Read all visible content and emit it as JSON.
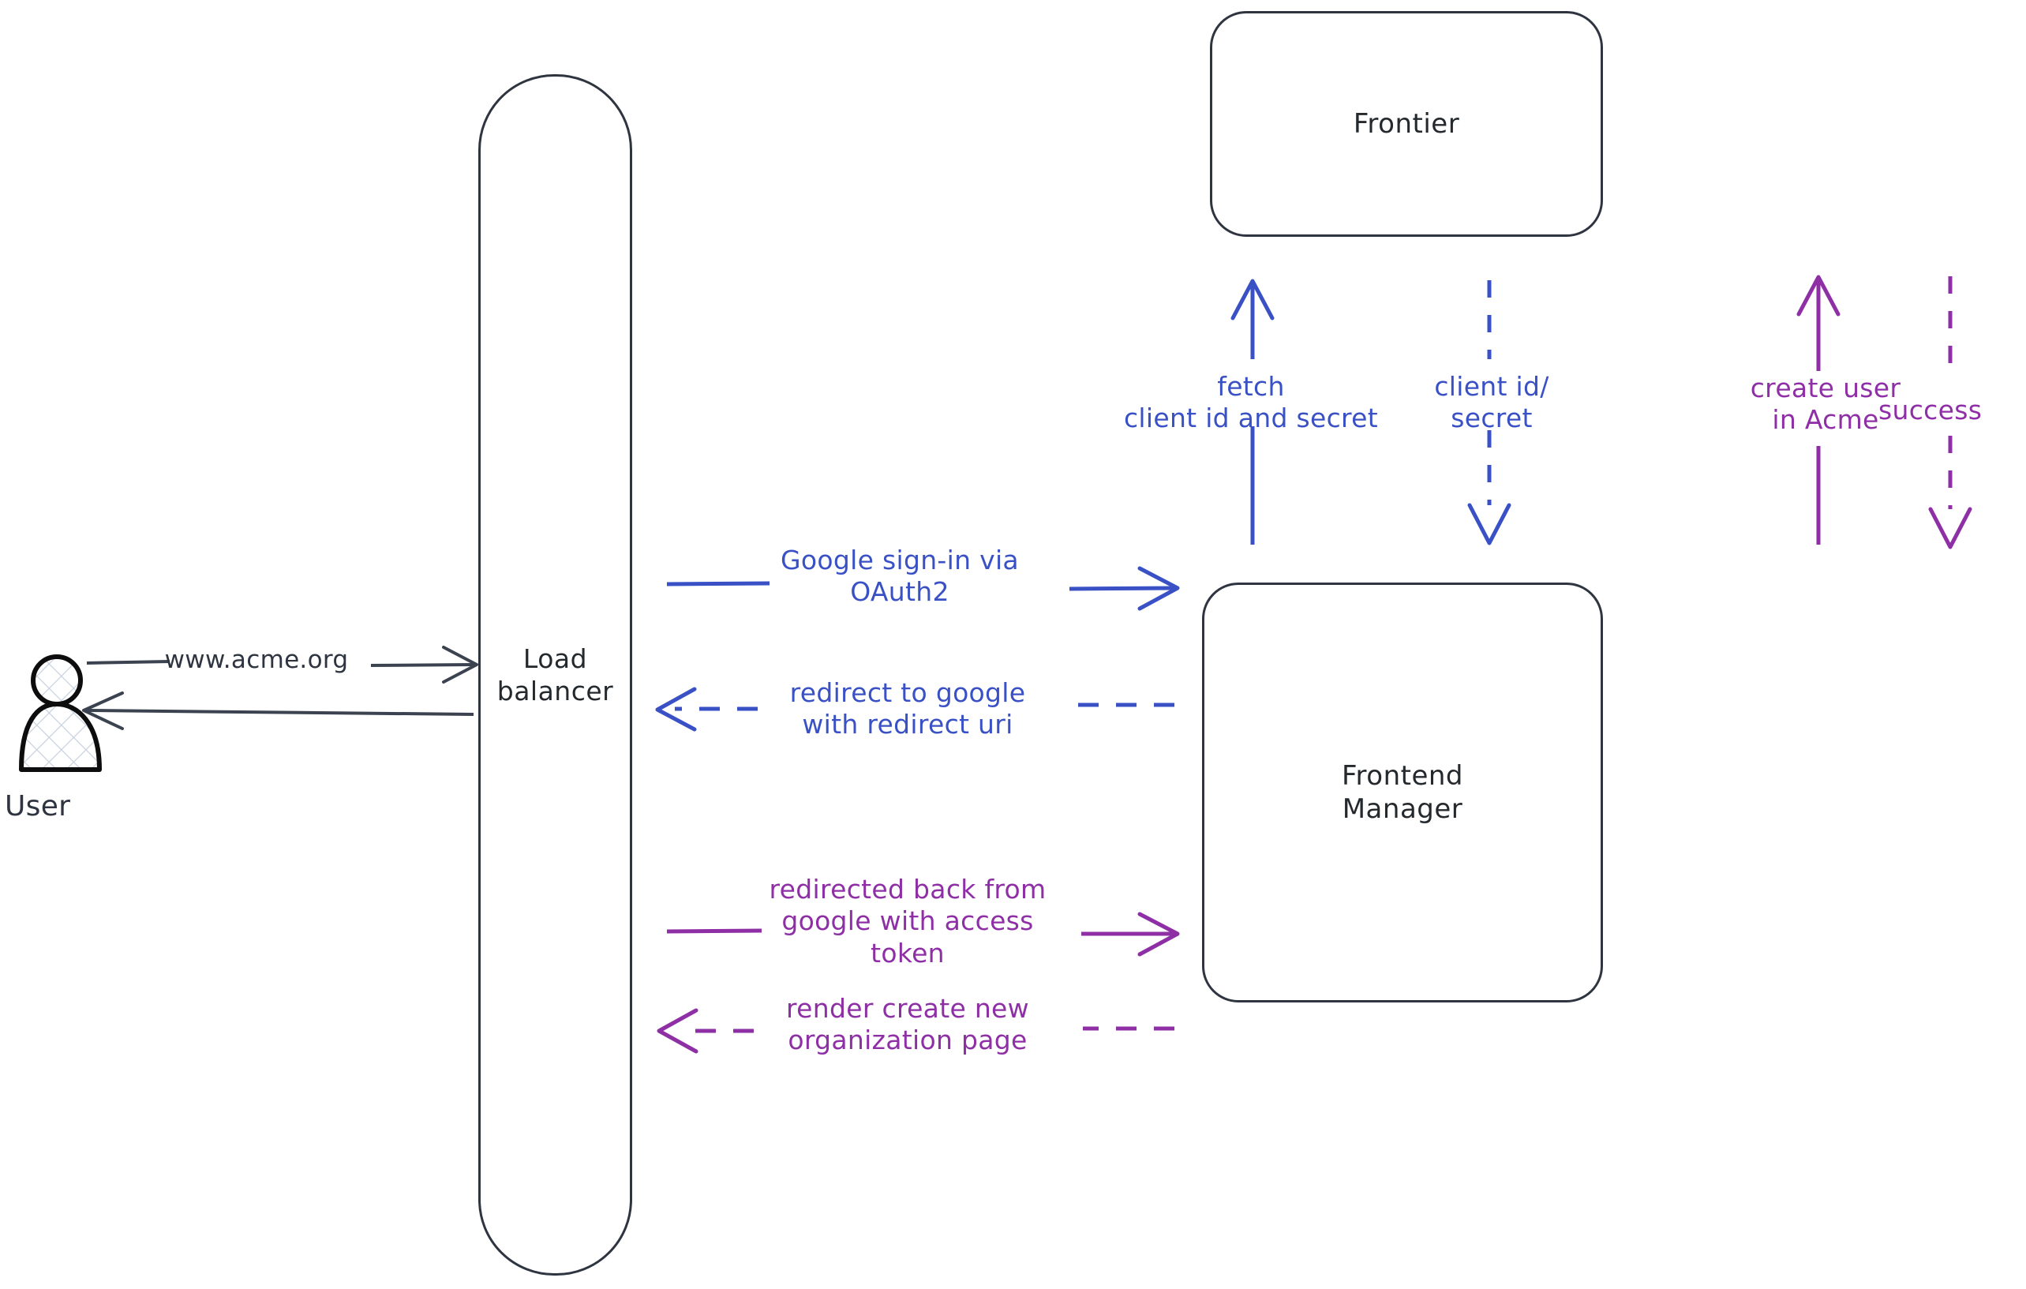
{
  "diagram": {
    "title": "OAuth2 Google sign-in sequence",
    "colors": {
      "blue": "#3A51C6",
      "purple": "#8E2FA6",
      "stroke_dark": "#2E3440",
      "background": "#FFFFFF"
    },
    "nodes": [
      {
        "id": "user",
        "label": "User",
        "shape": "actor"
      },
      {
        "id": "load-balancer",
        "label": "Load\nbalancer",
        "shape": "rounded-rect"
      },
      {
        "id": "frontier",
        "label": "Frontier",
        "shape": "rounded-rect"
      },
      {
        "id": "frontend-manager",
        "label": "Frontend\nManager",
        "shape": "rounded-rect"
      }
    ],
    "edges": [
      {
        "id": "user-to-lb",
        "label": "www.acme.org",
        "from": "user",
        "to": "load-balancer",
        "style": "solid",
        "color": "#2E3440",
        "direction": "right"
      },
      {
        "id": "lb-to-user",
        "label": "",
        "from": "load-balancer",
        "to": "user",
        "style": "solid",
        "color": "#2E3440",
        "direction": "left"
      },
      {
        "id": "lb-to-fm-signin",
        "label": "Google sign-in via\nOAuth2",
        "from": "load-balancer",
        "to": "frontend-manager",
        "style": "solid",
        "color": "#3A51C6",
        "direction": "right"
      },
      {
        "id": "fm-to-lb-redirect",
        "label": "redirect to google\nwith redirect uri",
        "from": "frontend-manager",
        "to": "load-balancer",
        "style": "dashed",
        "color": "#3A51C6",
        "direction": "left"
      },
      {
        "id": "lb-to-fm-token",
        "label": "redirected back from\ngoogle with access\ntoken",
        "from": "load-balancer",
        "to": "frontend-manager",
        "style": "solid",
        "color": "#8E2FA6",
        "direction": "right"
      },
      {
        "id": "fm-to-lb-render",
        "label": "render create new\norganization page",
        "from": "frontend-manager",
        "to": "load-balancer",
        "style": "dashed",
        "color": "#8E2FA6",
        "direction": "left"
      },
      {
        "id": "fm-to-frontier-fetch",
        "label": "fetch\nclient id and secret",
        "from": "frontend-manager",
        "to": "frontier",
        "style": "solid",
        "color": "#3A51C6",
        "direction": "up"
      },
      {
        "id": "frontier-to-fm-clientid",
        "label": "client id/\nsecret",
        "from": "frontier",
        "to": "frontend-manager",
        "style": "dashed",
        "color": "#3A51C6",
        "direction": "down"
      },
      {
        "id": "fm-to-frontier-createuser",
        "label": "create user\nin Acme",
        "from": "frontend-manager",
        "to": "frontier",
        "style": "solid",
        "color": "#8E2FA6",
        "direction": "up"
      },
      {
        "id": "frontier-to-fm-success",
        "label": "success",
        "from": "frontier",
        "to": "frontend-manager",
        "style": "dashed",
        "color": "#8E2FA6",
        "direction": "down"
      }
    ]
  }
}
